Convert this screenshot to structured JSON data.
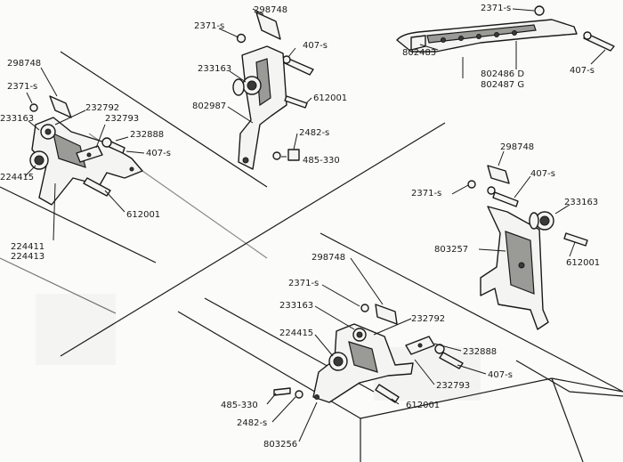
{
  "labels": [
    {
      "id": "c_298748",
      "text": "298748"
    },
    {
      "id": "c_2371s",
      "text": "2371-s"
    },
    {
      "id": "c_407s",
      "text": "407-s"
    },
    {
      "id": "c_233163",
      "text": "233163"
    },
    {
      "id": "c_612001",
      "text": "612001"
    },
    {
      "id": "c_802987",
      "text": "802987"
    },
    {
      "id": "c_2482s",
      "text": "2482-s"
    },
    {
      "id": "c_485_330",
      "text": "485-330"
    },
    {
      "id": "tr_2371s",
      "text": "2371-s"
    },
    {
      "id": "tr_407s",
      "text": "407-s"
    },
    {
      "id": "tr_802483",
      "text": "802483"
    },
    {
      "id": "tr_802486d",
      "text": "802486 D"
    },
    {
      "id": "tr_802487g",
      "text": "802487 G"
    },
    {
      "id": "l_298748",
      "text": "298748"
    },
    {
      "id": "l_2371s",
      "text": "2371-s"
    },
    {
      "id": "l_233163",
      "text": "233163"
    },
    {
      "id": "l_232792",
      "text": "232792"
    },
    {
      "id": "l_232793",
      "text": "232793"
    },
    {
      "id": "l_232888",
      "text": "232888"
    },
    {
      "id": "l_407s",
      "text": "407-s"
    },
    {
      "id": "l_224415",
      "text": "224415"
    },
    {
      "id": "l_612001",
      "text": "612001"
    },
    {
      "id": "l_224411",
      "text": "224411"
    },
    {
      "id": "l_224413",
      "text": "224413"
    },
    {
      "id": "r_298748",
      "text": "298748"
    },
    {
      "id": "r_407s",
      "text": "407-s"
    },
    {
      "id": "r_2371s",
      "text": "2371-s"
    },
    {
      "id": "r_233163",
      "text": "233163"
    },
    {
      "id": "r_803257",
      "text": "803257"
    },
    {
      "id": "r_612001",
      "text": "612001"
    },
    {
      "id": "b_298748",
      "text": "298748"
    },
    {
      "id": "b_2371s",
      "text": "2371-s"
    },
    {
      "id": "b_233163",
      "text": "233163"
    },
    {
      "id": "b_232792",
      "text": "232792"
    },
    {
      "id": "b_224415",
      "text": "224415"
    },
    {
      "id": "b_232888",
      "text": "232888"
    },
    {
      "id": "b_407s",
      "text": "407-s"
    },
    {
      "id": "b_232793",
      "text": "232793"
    },
    {
      "id": "b_485_330",
      "text": "485-330"
    },
    {
      "id": "b_2482s",
      "text": "2482-s"
    },
    {
      "id": "b_612001",
      "text": "612001"
    },
    {
      "id": "b_803256",
      "text": "803256"
    }
  ]
}
